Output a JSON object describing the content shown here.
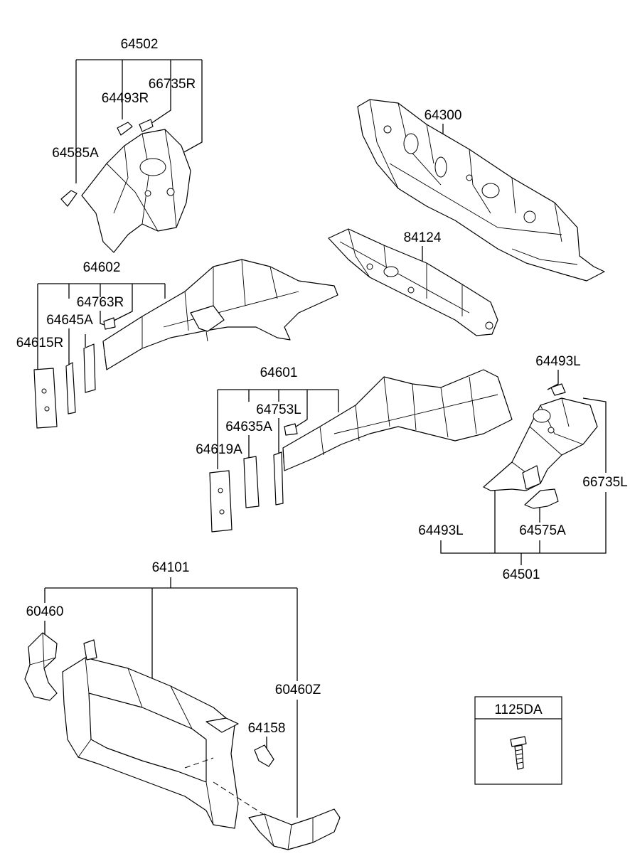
{
  "labels": {
    "p64502": "64502",
    "p66735R": "66735R",
    "p64493R": "64493R",
    "p64585A": "64585A",
    "p64300": "64300",
    "p84124": "84124",
    "p64602": "64602",
    "p64763R": "64763R",
    "p64645A": "64645A",
    "p64615R": "64615R",
    "p64601": "64601",
    "p64753L": "64753L",
    "p64635A": "64635A",
    "p64619A": "64619A",
    "p64493L_top": "64493L",
    "p66735L": "66735L",
    "p64493L_bottom": "64493L",
    "p64575A": "64575A",
    "p64501": "64501",
    "p64101": "64101",
    "p60460": "60460",
    "p60460Z": "60460Z",
    "p64158": "64158"
  },
  "legend_box": {
    "title": "1125DA",
    "icon": "bolt-icon"
  }
}
